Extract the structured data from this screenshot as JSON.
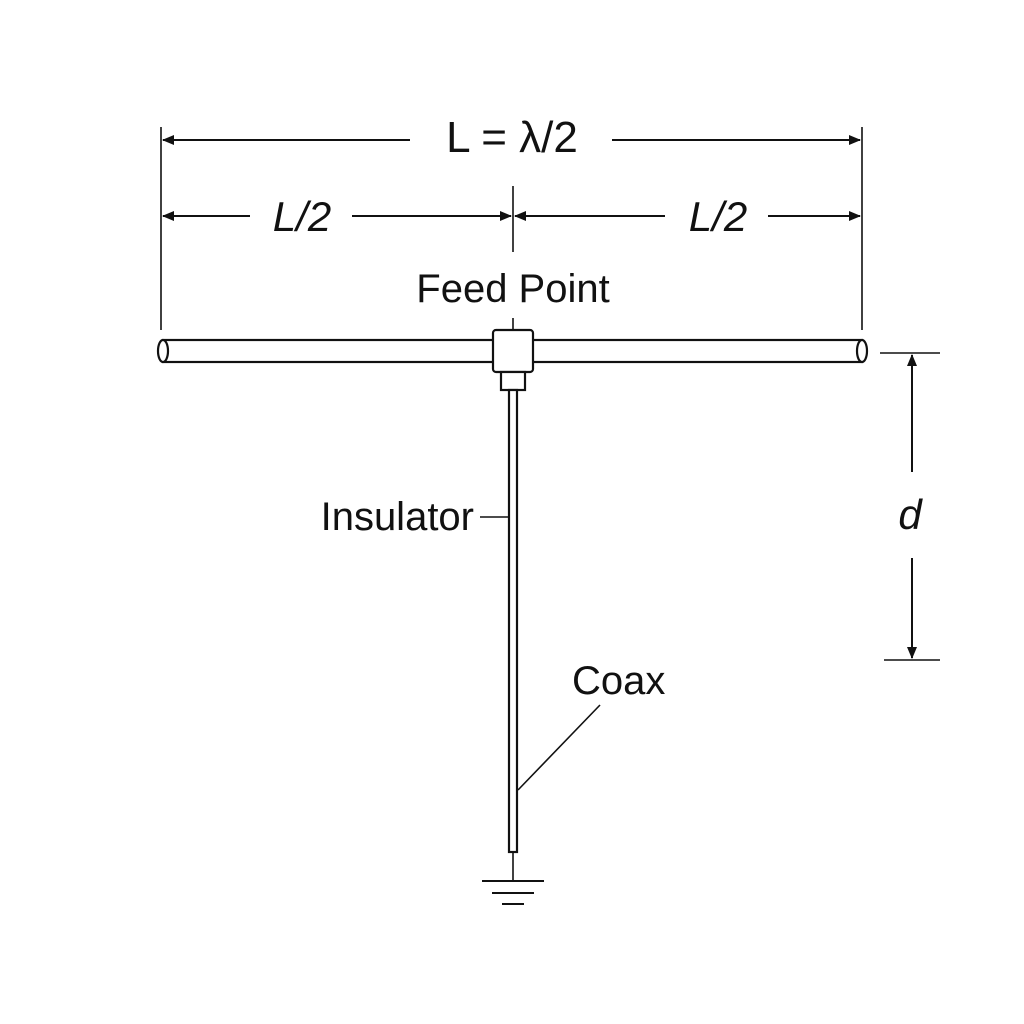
{
  "labels": {
    "total_length": "L = λ/2",
    "half_length_left": "L/2",
    "half_length_right": "L/2",
    "feed_point": "Feed Point",
    "insulator": "Insulator",
    "coax": "Coax",
    "height": "d"
  },
  "colors": {
    "ink": "#111111",
    "background": "#ffffff"
  }
}
